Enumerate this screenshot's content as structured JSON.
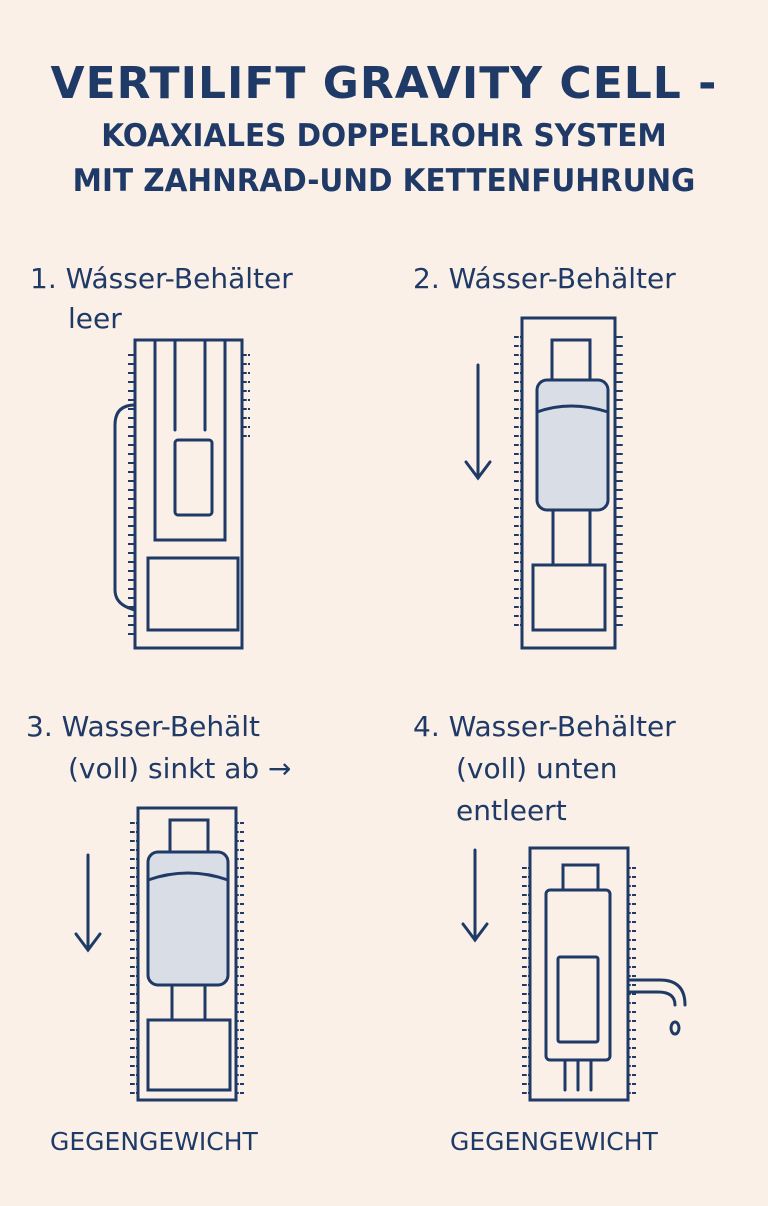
{
  "title": {
    "line1": "VERTILIFT GRAVITY CELL -",
    "line2": "KOAXIALES DOPPELROHR SYSTEM",
    "line3": "MIT ZAHNRAD-UND KETTENFUHRUNG"
  },
  "panels": [
    {
      "line1": "1. Wásser-Behälter",
      "line2": "leer"
    },
    {
      "line1": "2. Wásser-Behälter"
    },
    {
      "line1": "3. Wasser-Behält",
      "line2": "(voll) sinkt ab →"
    },
    {
      "line1": "4. Wasser-Behälter",
      "line2": "(voll) unten",
      "line3": "entleert"
    }
  ],
  "counterweight_left": "GEGENGEWICHT",
  "counterweight_right": "GEGENGEWICHT",
  "colors": {
    "ink": "#1f3a66",
    "background": "#faf0e7",
    "water": "#d9dde6"
  }
}
